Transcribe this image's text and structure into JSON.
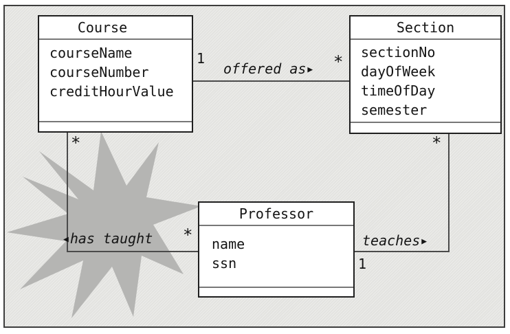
{
  "colors": {
    "background": "#e3e3e0",
    "frame_border": "#3d3d3d",
    "box_fill": "#ffffff",
    "box_border": "#1f1f1f",
    "divider": "#777777",
    "line": "#4a4a4a",
    "star": "#b5b5b3",
    "text": "#141414"
  },
  "classes": [
    {
      "name": "Course",
      "attributes": [
        "courseName",
        "courseNumber",
        "creditHourValue"
      ]
    },
    {
      "name": "Section",
      "attributes": [
        "sectionNo",
        "dayOfWeek",
        "timeOfDay",
        "semester"
      ]
    },
    {
      "name": "Professor",
      "attributes": [
        "name",
        "ssn"
      ]
    }
  ],
  "associations": [
    {
      "name": "offered as",
      "arrow": "▶",
      "course_multiplicity": "1",
      "section_multiplicity": "*"
    },
    {
      "name": "has taught",
      "arrow": "◀",
      "course_multiplicity": "*",
      "professor_multiplicity": "*"
    },
    {
      "name": "teaches",
      "arrow": "▶",
      "section_multiplicity": "*",
      "professor_multiplicity": "1"
    }
  ]
}
